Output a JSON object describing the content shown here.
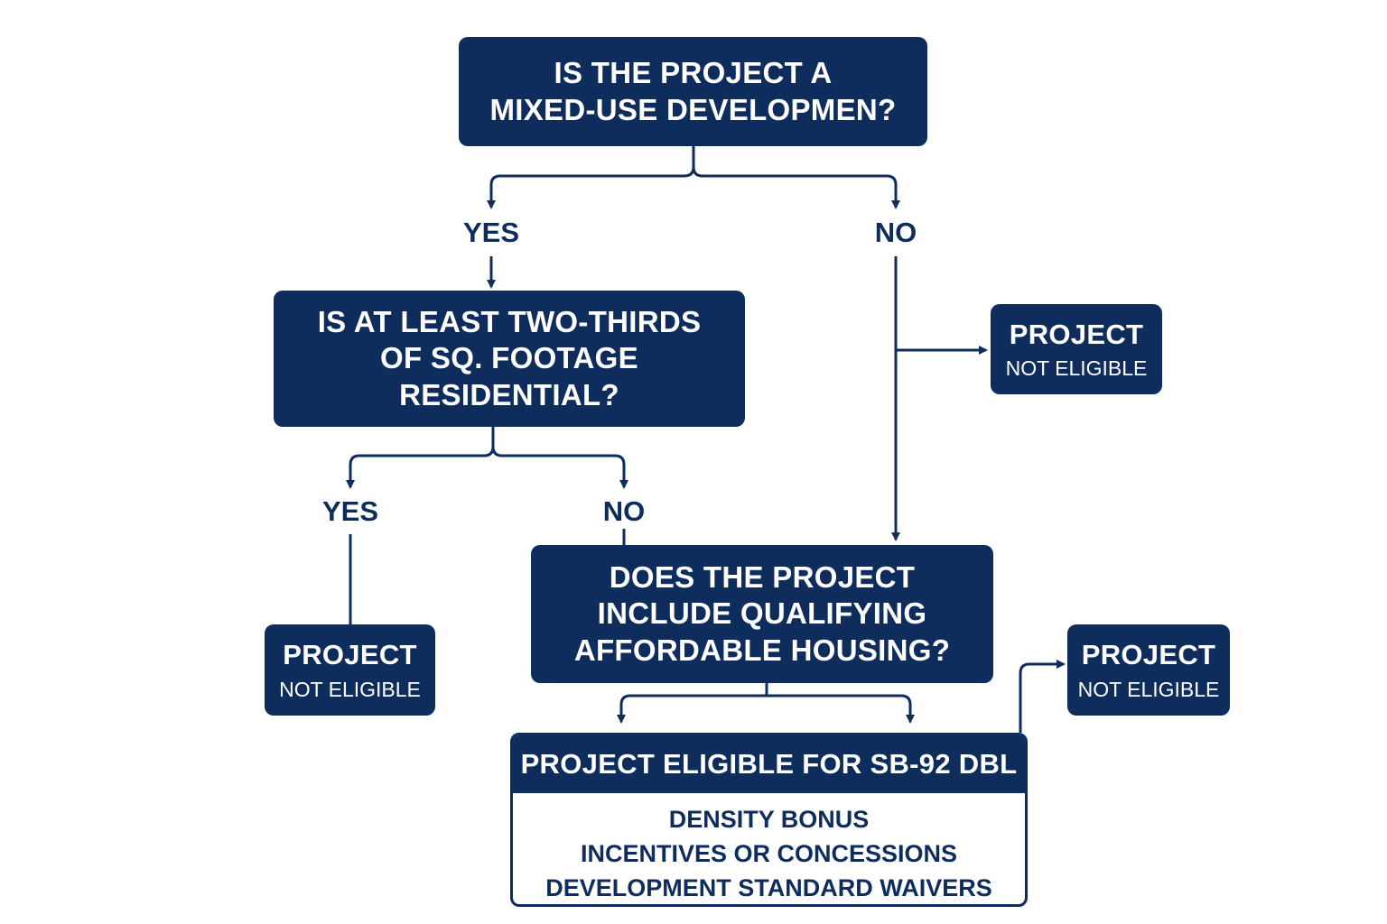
{
  "colors": {
    "primary": "#0f2d5c",
    "background": "#ffffff",
    "text_on_primary": "#ffffff"
  },
  "decision_1": {
    "lines": [
      "IS THE PROJECT A",
      "MIXED-USE DEVELOPMEN?"
    ]
  },
  "decision_1_yes_label": "YES",
  "decision_1_no_label": "NO",
  "decision_2": {
    "lines": [
      "IS AT LEAST TWO-THIRDS",
      "OF SQ. FOOTAGE",
      "RESIDENTIAL?"
    ]
  },
  "decision_2_yes_label": "YES",
  "decision_2_no_label": "NO",
  "decision_3": {
    "lines": [
      "DOES THE PROJECT",
      "INCLUDE QUALIFYING",
      "AFFORDABLE HOUSING?"
    ]
  },
  "not_eligible_right_top": {
    "title": "PROJECT",
    "subtitle": "NOT ELIGIBLE"
  },
  "not_eligible_left": {
    "title": "PROJECT",
    "subtitle": "NOT ELIGIBLE"
  },
  "not_eligible_right_bottom": {
    "title": "PROJECT",
    "subtitle": "NOT ELIGIBLE"
  },
  "eligible": {
    "title": "PROJECT ELIGIBLE FOR SB-92 DBL",
    "items": [
      "DENSITY BONUS",
      "INCENTIVES OR CONCESSIONS",
      "DEVELOPMENT STANDARD WAIVERS"
    ]
  }
}
